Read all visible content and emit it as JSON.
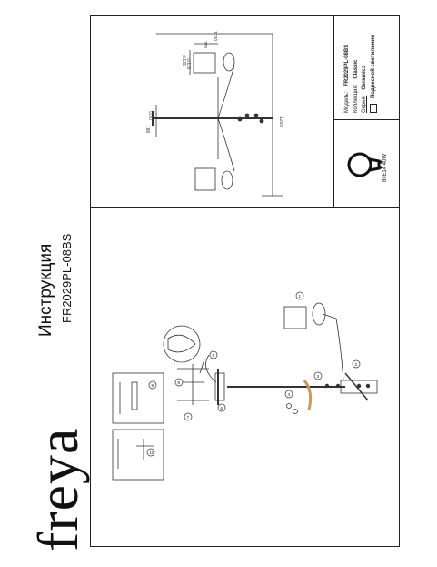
{
  "brand": "freya",
  "document": {
    "title": "Инструкция",
    "model_code": "FR2029PL-08BS"
  },
  "specs": [
    {
      "label": "Модель:",
      "value": "FR2029PL-08BS"
    },
    {
      "label": "Коллекция:",
      "value": "Classic"
    },
    {
      "label": "Серия:",
      "value": "Ceramics"
    },
    {
      "label": "",
      "value": "Подвесной светильник"
    }
  ],
  "bulb": {
    "label": "8xE14 40W"
  },
  "dimensions": [
    "1230",
    "1200",
    "250",
    "180",
    "∅130",
    "∅110",
    "∅20"
  ],
  "callouts": [
    "1",
    "2",
    "3",
    "4",
    "5",
    "6",
    "7",
    "8",
    "9",
    "10"
  ]
}
